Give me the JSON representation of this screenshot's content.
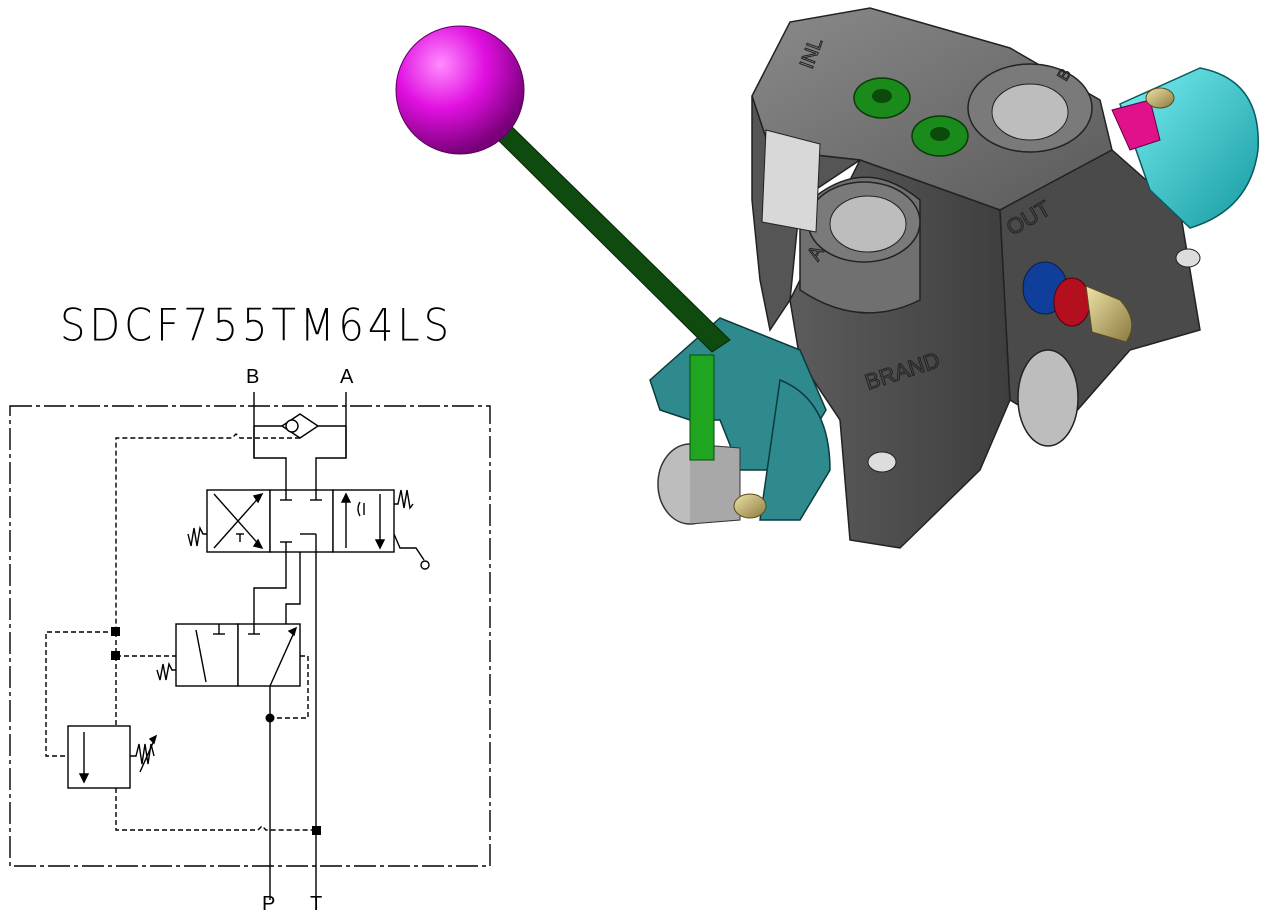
{
  "diagram": {
    "title": "SDCF755TM64LS",
    "ports": {
      "top_left": "B",
      "top_right": "A",
      "bottom_left": "P",
      "bottom_right": "T"
    }
  },
  "model": {
    "body_labels": {
      "inlet": "INL",
      "outlet": "OUT",
      "brand": "BRAND",
      "port_b": "B",
      "port_a": "A"
    },
    "colors": {
      "knob": "#e010e0",
      "lever": "#0f4a0f",
      "body": "#6e6e6e",
      "fittings": "#1a8a1a",
      "solenoid": "#27d0d8",
      "handle_bracket": "#2f8a8e",
      "relief_red": "#b40f1f",
      "relief_blue": "#0f3f9a",
      "brass": "#b8a66a"
    }
  }
}
